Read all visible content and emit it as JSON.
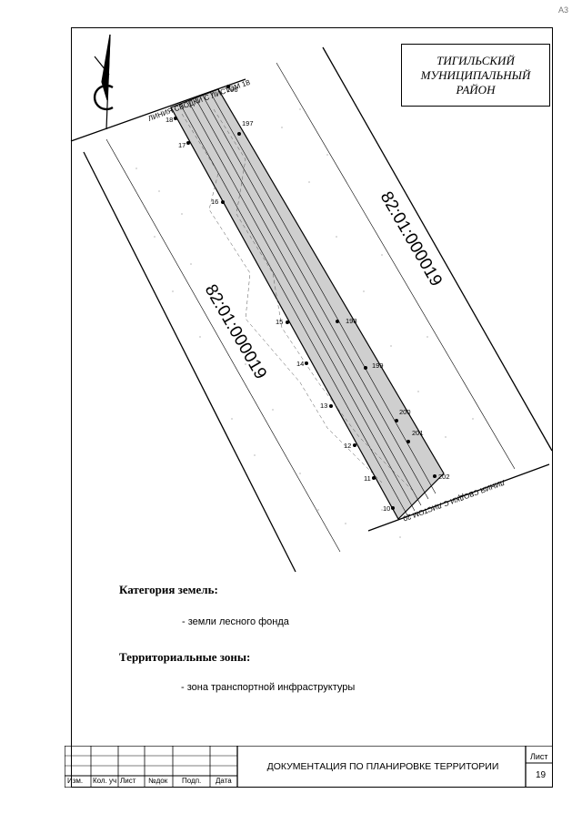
{
  "corner_mark": "А3",
  "district": {
    "title": "ТИГИЛЬСКИЙ МУНИЦИПАЛЬНЫЙ РАЙОН"
  },
  "map": {
    "line_top": "ЛИНИЯ СВОДКИ С ЛИСТОМ 18",
    "line_bottom": "ЛИНИЯ СВОДКИ С ЛИСТОМ 20",
    "cadastral_right": "82:01:000019",
    "cadastral_left": "82:01:000019",
    "points_left": [
      "18",
      "17",
      "16",
      "15",
      "14",
      "13",
      "12",
      "11",
      "10"
    ],
    "points_right": [
      "196",
      "197",
      "198",
      "199",
      "200",
      "201",
      "202"
    ]
  },
  "legend": {
    "land_heading": "Категория земель:",
    "land_item": "- земли лесного фонда",
    "zones_heading": "Территориальные зоны:",
    "zones_item": "- зона транспортной инфраструктуры"
  },
  "stamp": {
    "doc_title": "ДОКУМЕНТАЦИЯ ПО ПЛАНИРОВКЕ ТЕРРИТОРИИ",
    "sheet_label": "Лист",
    "sheet_number": "19",
    "columns": [
      "Изм.",
      "Кол. уч",
      "Лист",
      "№док",
      "Подп.",
      "Дата"
    ]
  }
}
